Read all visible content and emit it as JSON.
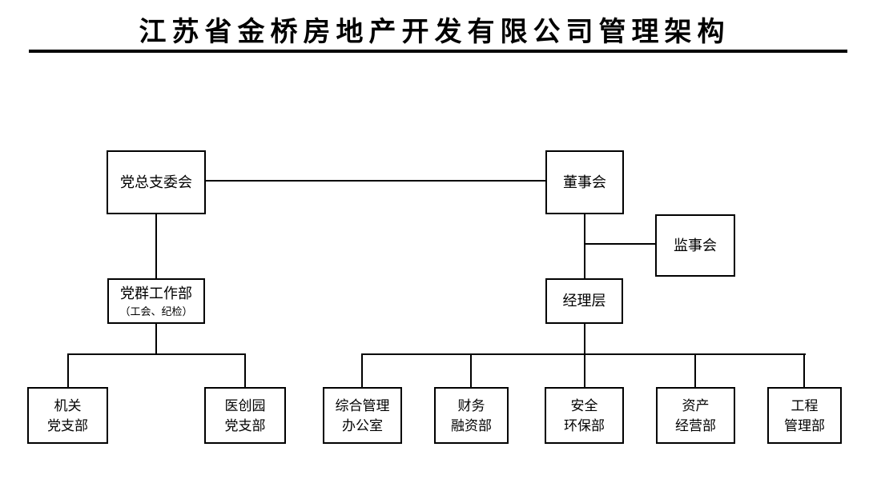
{
  "title": "江苏省金桥房地产开发有限公司管理架构",
  "nodes": {
    "party_committee": {
      "label": "党总支委会"
    },
    "board": {
      "label": "董事会"
    },
    "supervisory": {
      "label": "监事会"
    },
    "party_mass": {
      "label": "党群工作部",
      "sublabel": "（工会、纪检）"
    },
    "managers": {
      "label": "经理层"
    },
    "office_branch": {
      "line1": "机关",
      "line2": "党支部"
    },
    "yichuang_branch": {
      "line1": "医创园",
      "line2": "党支部"
    },
    "admin_office": {
      "line1": "综合管理",
      "line2": "办公室"
    },
    "finance_dept": {
      "line1": "财务",
      "line2": "融资部"
    },
    "safety_dept": {
      "line1": "安全",
      "line2": "环保部"
    },
    "asset_dept": {
      "line1": "资产",
      "line2": "经营部"
    },
    "engineering_dept": {
      "line1": "工程",
      "line2": "管理部"
    }
  },
  "colors": {
    "line": "#000000",
    "background": "#ffffff",
    "text": "#000000"
  }
}
